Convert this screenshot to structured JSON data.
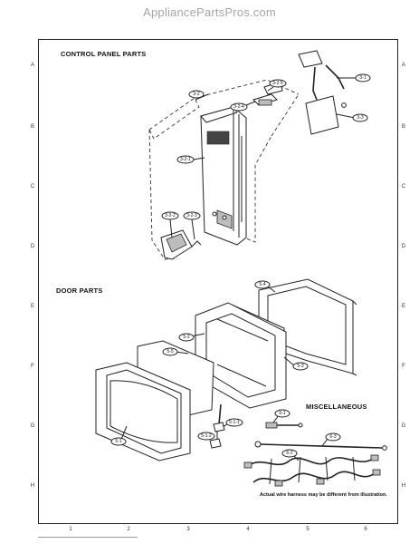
{
  "watermark": "AppliancePartsPros.com",
  "sections": {
    "control_panel": "CONTROL PANEL PARTS",
    "door": "DOOR PARTS",
    "misc": "MISCELLANEOUS"
  },
  "note": "Actual wire harness may be different from illustration.",
  "callouts": [
    "3-1",
    "3-2",
    "3-2-1",
    "3-2-2",
    "3-2-3",
    "3-2-4",
    "3-2-5",
    "3-3",
    "5-1",
    "5-2",
    "5-3",
    "5-4",
    "5-5",
    "5-1-1",
    "5-1-2",
    "6-1",
    "6-2",
    "6-3"
  ],
  "border_marks": {
    "left": [
      "A",
      "B",
      "C",
      "D",
      "E",
      "F",
      "G",
      "H"
    ],
    "right": [
      "A",
      "B",
      "C",
      "D",
      "E",
      "F",
      "G",
      "H"
    ],
    "bottom": [
      "1",
      "2",
      "3",
      "4",
      "5",
      "6"
    ]
  }
}
